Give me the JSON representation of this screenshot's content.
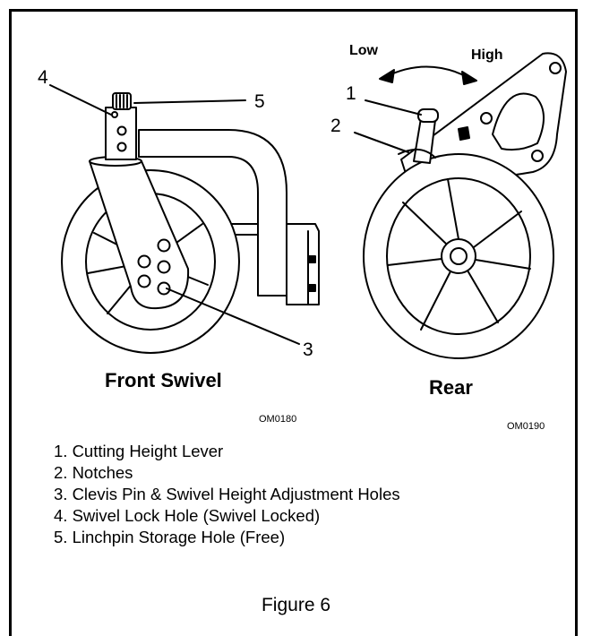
{
  "callouts": {
    "front": [
      "4",
      "5",
      "3"
    ],
    "rear": [
      "1",
      "2"
    ]
  },
  "adjust": {
    "low": "Low",
    "high": "High"
  },
  "captions": {
    "front": "Front Swivel",
    "rear": "Rear"
  },
  "codes": {
    "front": "OM0180",
    "rear": "OM0190"
  },
  "legend": [
    "1. Cutting Height Lever",
    "2. Notches",
    "3. Clevis Pin & Swivel Height Adjustment Holes",
    "4. Swivel Lock Hole (Swivel Locked)",
    "5. Linchpin Storage Hole (Free)"
  ],
  "figure_label": "Figure 6"
}
